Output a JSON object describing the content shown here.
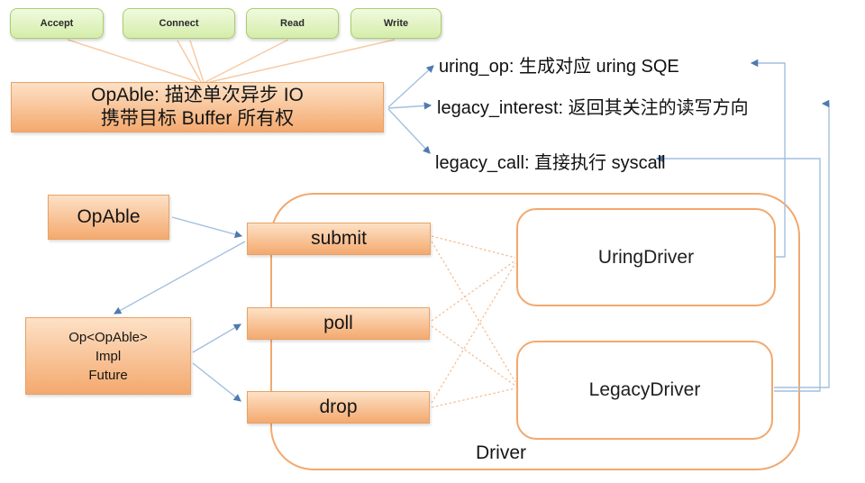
{
  "diagram": {
    "operations": [
      {
        "label": "Accept"
      },
      {
        "label": "Connect"
      },
      {
        "label": "Read"
      },
      {
        "label": "Write"
      }
    ],
    "opable_desc": {
      "line1": "OpAble: 描述单次异步 IO",
      "line2": "携带目标 Buffer 所有权"
    },
    "methods": [
      {
        "label": "uring_op: 生成对应 uring SQE"
      },
      {
        "label": "legacy_interest: 返回其关注的读写方向"
      },
      {
        "label": "legacy_call: 直接执行 syscall"
      }
    ],
    "opable": {
      "label": "OpAble"
    },
    "op_impl": {
      "lines": [
        "Op<OpAble>",
        "Impl",
        "Future"
      ]
    },
    "trait_methods": [
      {
        "label": "submit"
      },
      {
        "label": "poll"
      },
      {
        "label": "drop"
      }
    ],
    "driver": {
      "label": "Driver",
      "items": [
        {
          "label": "UringDriver"
        },
        {
          "label": "LegacyDriver"
        }
      ]
    },
    "colors": {
      "box_orange": "#f4a96e",
      "box_green": "#d4eda9",
      "border_orange": "#f2a86e",
      "line_blue": "#a3bfdf",
      "arrow_blue": "#4f7ab0",
      "line_peach": "#f8cba4"
    }
  }
}
